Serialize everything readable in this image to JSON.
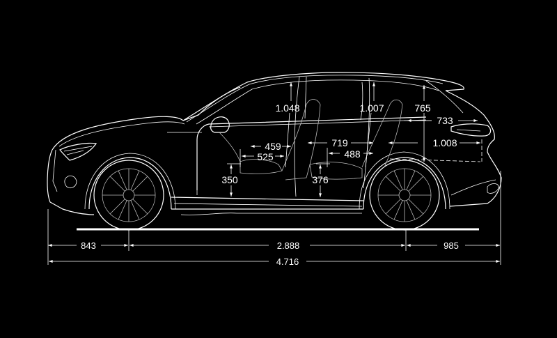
{
  "diagram": {
    "title": "Vehicle side-view dimension drawing",
    "units": "mm",
    "background": "#000000",
    "line_color": "#ffffff",
    "exterior_dimensions": {
      "front_overhang": "843",
      "wheelbase": "2.888",
      "rear_overhang": "985",
      "overall_length": "4.716"
    },
    "interior_dimensions": {
      "front_headroom": "1.048",
      "rear_headroom": "1.007",
      "cargo_height": "765",
      "cargo_length_upper": "733",
      "cargo_length_lower": "1.008",
      "front_seat_to_pedal_upper": "459",
      "front_seat_cushion_length": "525",
      "front_seat_height": "350",
      "rear_legroom": "719",
      "rear_seat_cushion_length": "488",
      "rear_seat_height": "376"
    }
  }
}
